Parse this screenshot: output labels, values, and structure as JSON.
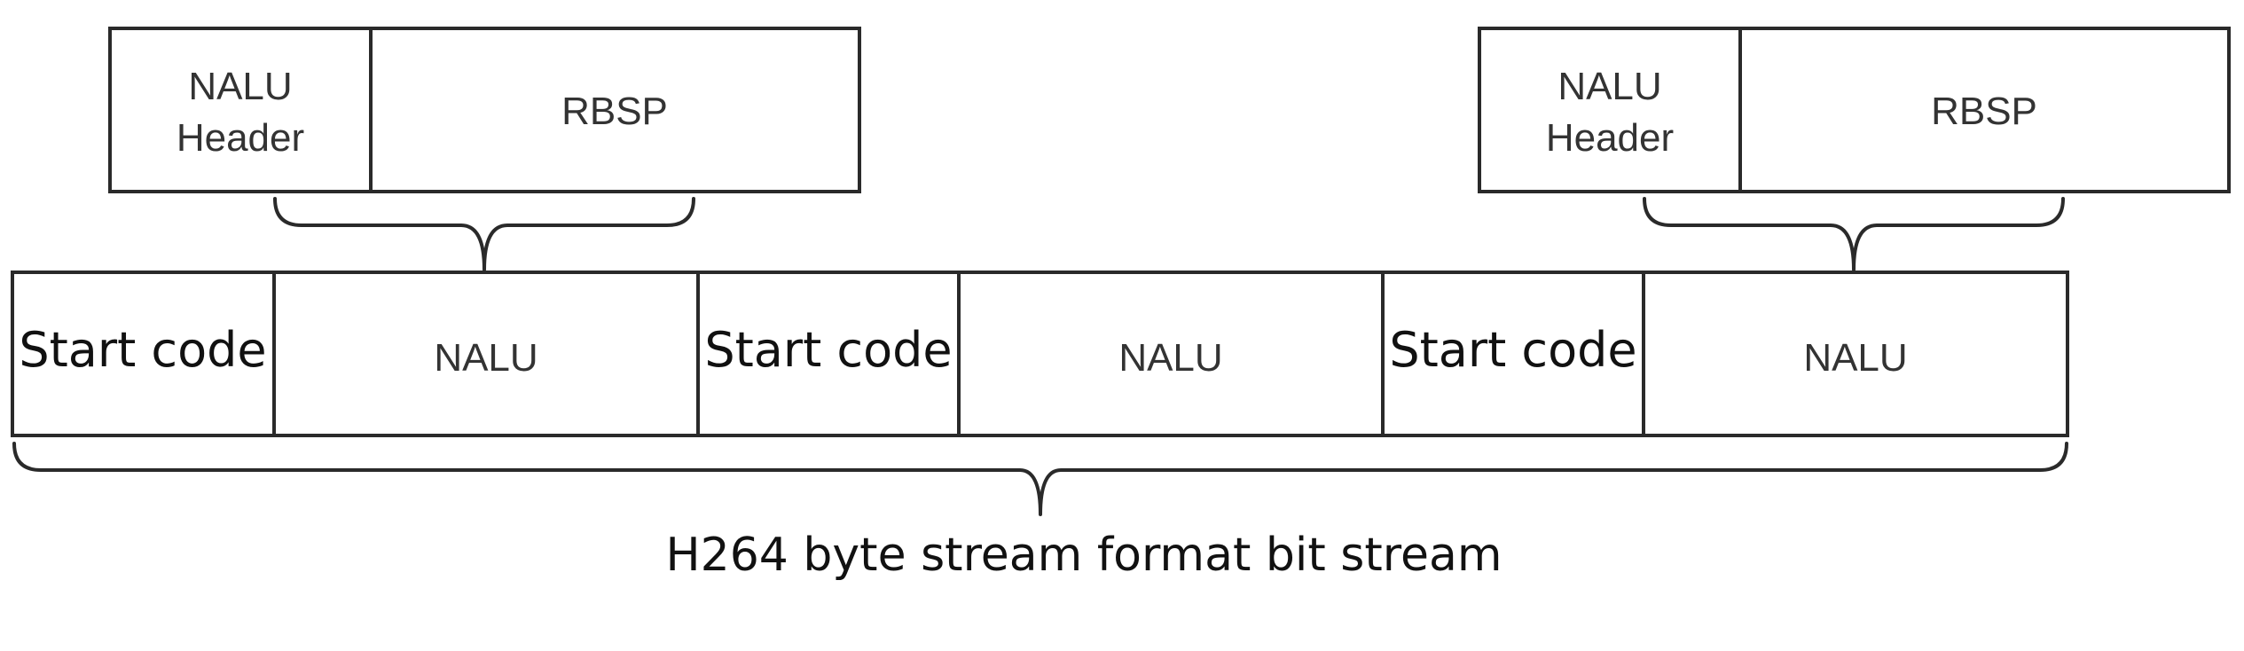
{
  "top_groups": [
    {
      "header_line1": "NALU",
      "header_line2": "Header",
      "payload": "RBSP"
    },
    {
      "header_line1": "NALU",
      "header_line2": "Header",
      "payload": "RBSP"
    }
  ],
  "stream": {
    "segments": [
      {
        "start_code": "Start code",
        "nalu": "NALU"
      },
      {
        "start_code": "Start code",
        "nalu": "NALU"
      },
      {
        "start_code": "Start code",
        "nalu": "NALU"
      }
    ],
    "caption": "H264 byte stream format bit stream"
  }
}
